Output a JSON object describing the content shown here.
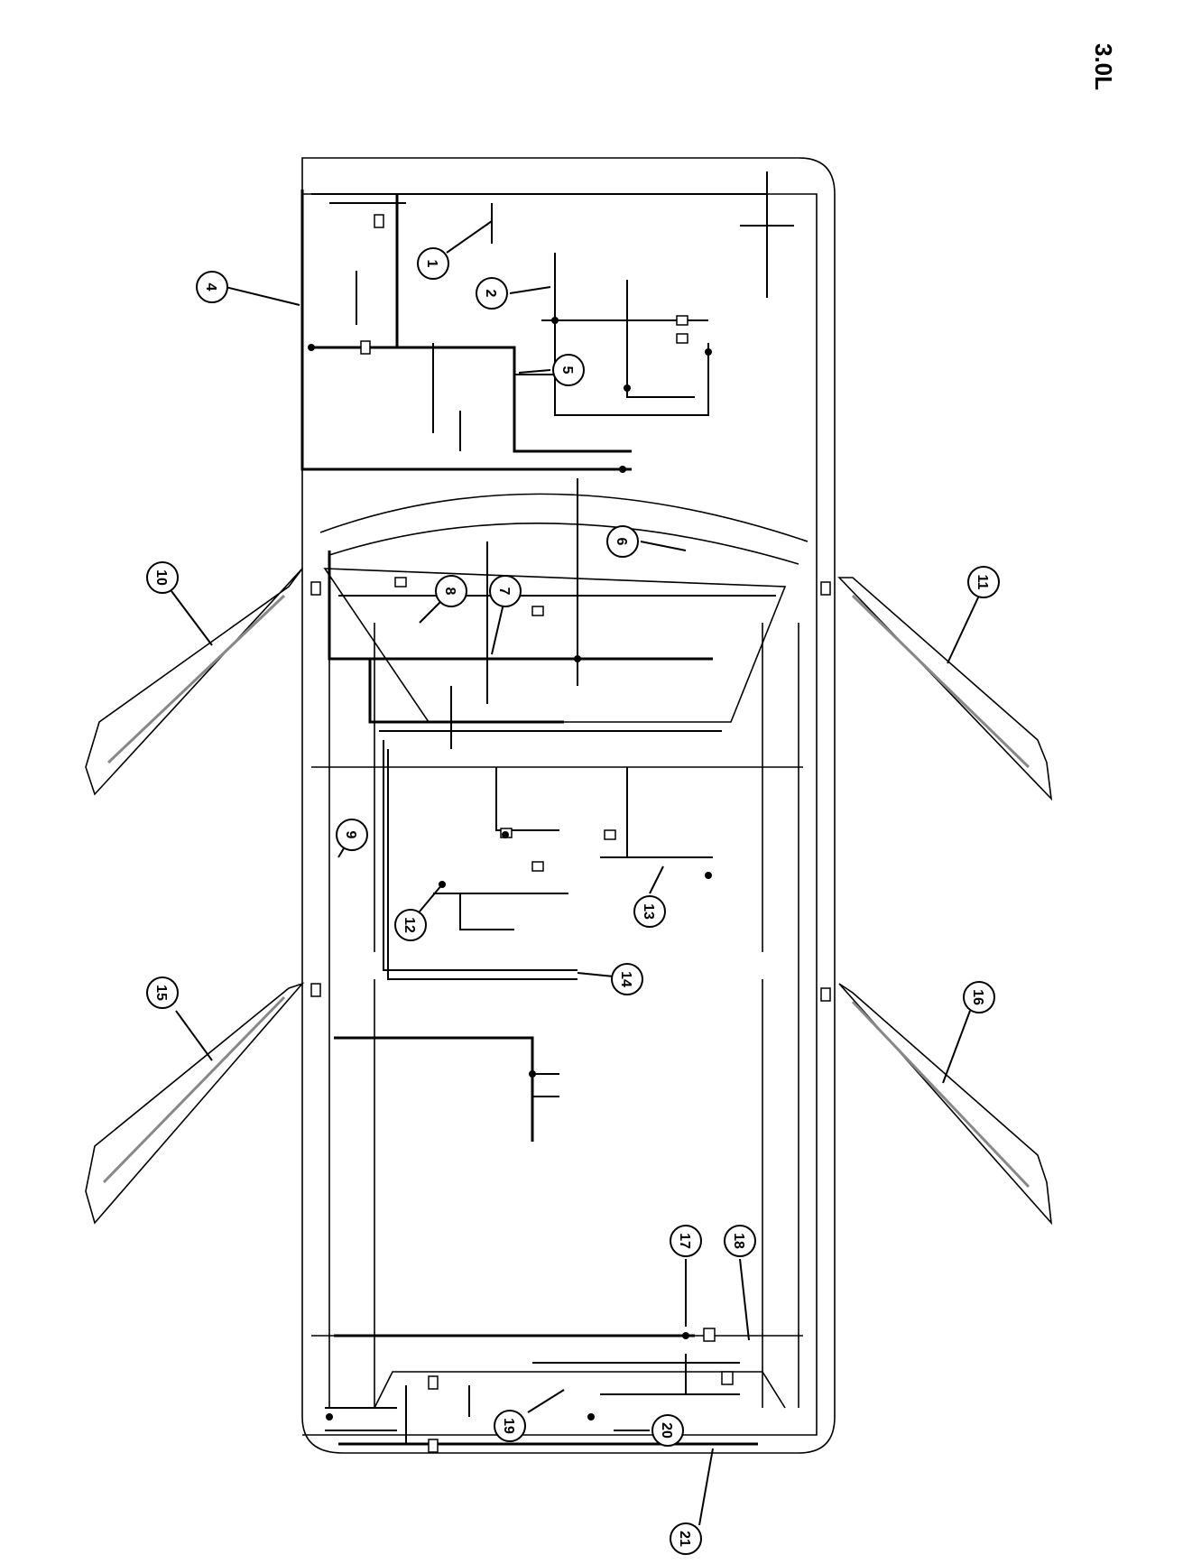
{
  "page": {
    "engine_label": "3.0L"
  },
  "callouts": [
    {
      "id": "c1",
      "label": "1"
    },
    {
      "id": "c2",
      "label": "2"
    },
    {
      "id": "c4",
      "label": "4"
    },
    {
      "id": "c5",
      "label": "5"
    },
    {
      "id": "c6",
      "label": "6"
    },
    {
      "id": "c7",
      "label": "7"
    },
    {
      "id": "c8",
      "label": "8"
    },
    {
      "id": "c9",
      "label": "9"
    },
    {
      "id": "c10",
      "label": "10"
    },
    {
      "id": "c11",
      "label": "11"
    },
    {
      "id": "c12",
      "label": "12"
    },
    {
      "id": "c13",
      "label": "13"
    },
    {
      "id": "c14",
      "label": "14"
    },
    {
      "id": "c15",
      "label": "15"
    },
    {
      "id": "c16",
      "label": "16"
    },
    {
      "id": "c17",
      "label": "17"
    },
    {
      "id": "c18",
      "label": "18"
    },
    {
      "id": "c19",
      "label": "19"
    },
    {
      "id": "c20",
      "label": "20"
    },
    {
      "id": "c21",
      "label": "21"
    }
  ]
}
